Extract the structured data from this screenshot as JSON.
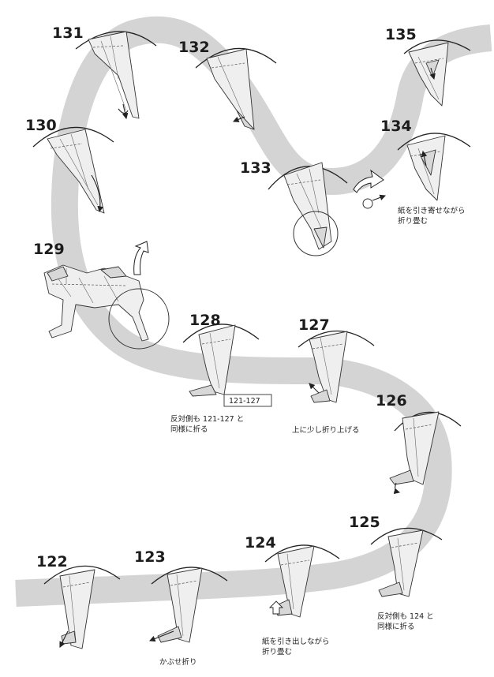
{
  "steps": [
    {
      "number": "122"
    },
    {
      "number": "123",
      "caption": "かぶせ折り"
    },
    {
      "number": "124",
      "caption_lines": [
        "紙を引き出しながら",
        "折り畳む"
      ]
    },
    {
      "number": "125",
      "caption_lines": [
        "反対側も 124 と",
        "同様に折る"
      ]
    },
    {
      "number": "126"
    },
    {
      "number": "127",
      "caption": "上に少し折り上げる"
    },
    {
      "number": "128",
      "reference": "121-127",
      "caption_lines": [
        "反対側も 121-127 と",
        "同様に折る"
      ]
    },
    {
      "number": "129"
    },
    {
      "number": "130"
    },
    {
      "number": "131"
    },
    {
      "number": "132"
    },
    {
      "number": "133"
    },
    {
      "number": "134",
      "caption_lines": [
        "紙を引き寄せながら",
        "折り畳む"
      ]
    },
    {
      "number": "135"
    }
  ],
  "colors": {
    "ribbon": "#d4d4d4",
    "paper": "#efefef",
    "line": "#222222"
  }
}
